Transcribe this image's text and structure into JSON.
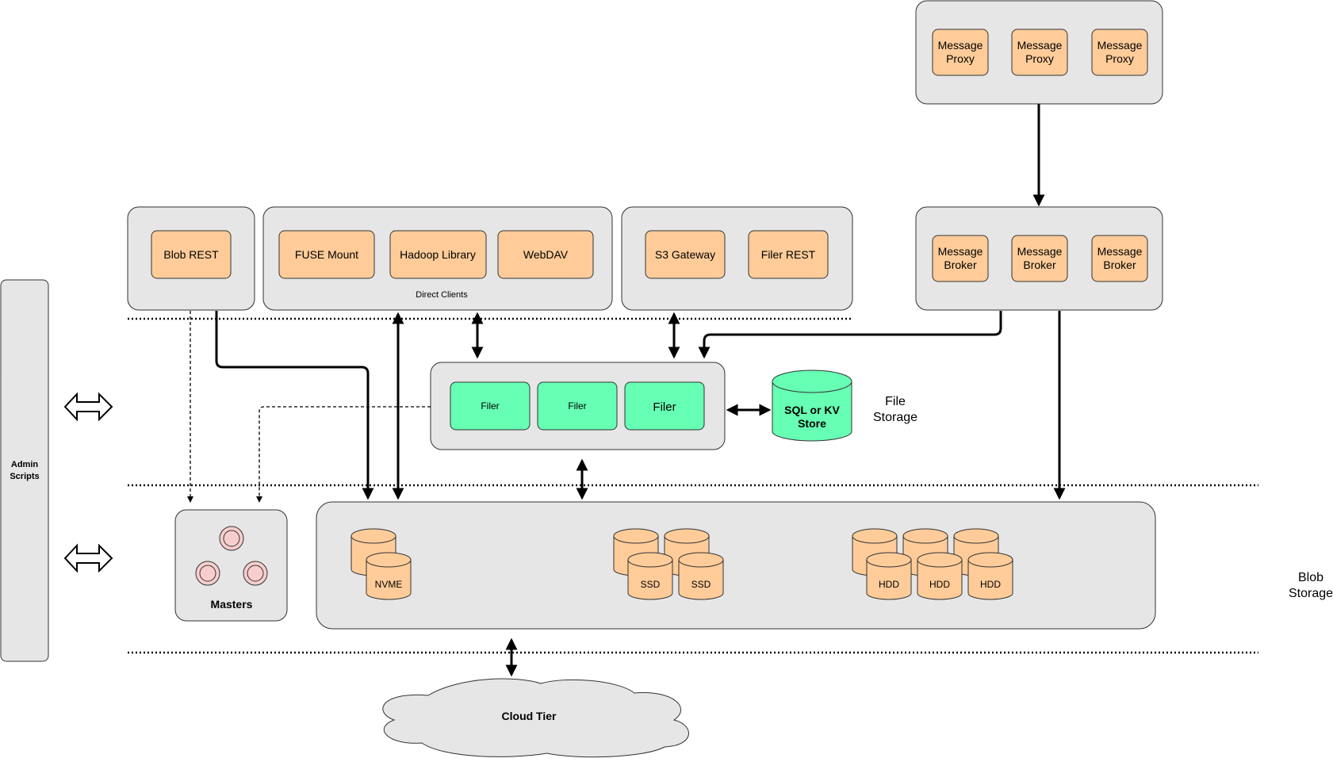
{
  "colors": {
    "panel": "#e6e6e6",
    "component": "#ffcc99",
    "filer": "#66ffb3",
    "master_node": "#f8cecc"
  },
  "labels": {
    "message_proxy": [
      "Message",
      "Proxy"
    ],
    "message_broker": [
      "Message",
      "Broker"
    ],
    "blob_rest": "Blob REST",
    "fuse_mount": "FUSE Mount",
    "hadoop_library": "Hadoop Library",
    "webdav": "WebDAV",
    "direct_clients": "Direct Clients",
    "s3_gateway": "S3 Gateway",
    "filer_rest": "Filer REST",
    "filer": "Filer",
    "sql_store": [
      "SQL or KV",
      "Store"
    ],
    "file_storage": [
      "File",
      "Storage"
    ],
    "admin_scripts": [
      "Admin",
      "Scripts"
    ],
    "masters": "Masters",
    "nvme": "NVME",
    "ssd": "SSD",
    "hdd": "HDD",
    "blob_storage": [
      "Blob",
      "Storage"
    ],
    "cloud_tier": "Cloud Tier"
  }
}
